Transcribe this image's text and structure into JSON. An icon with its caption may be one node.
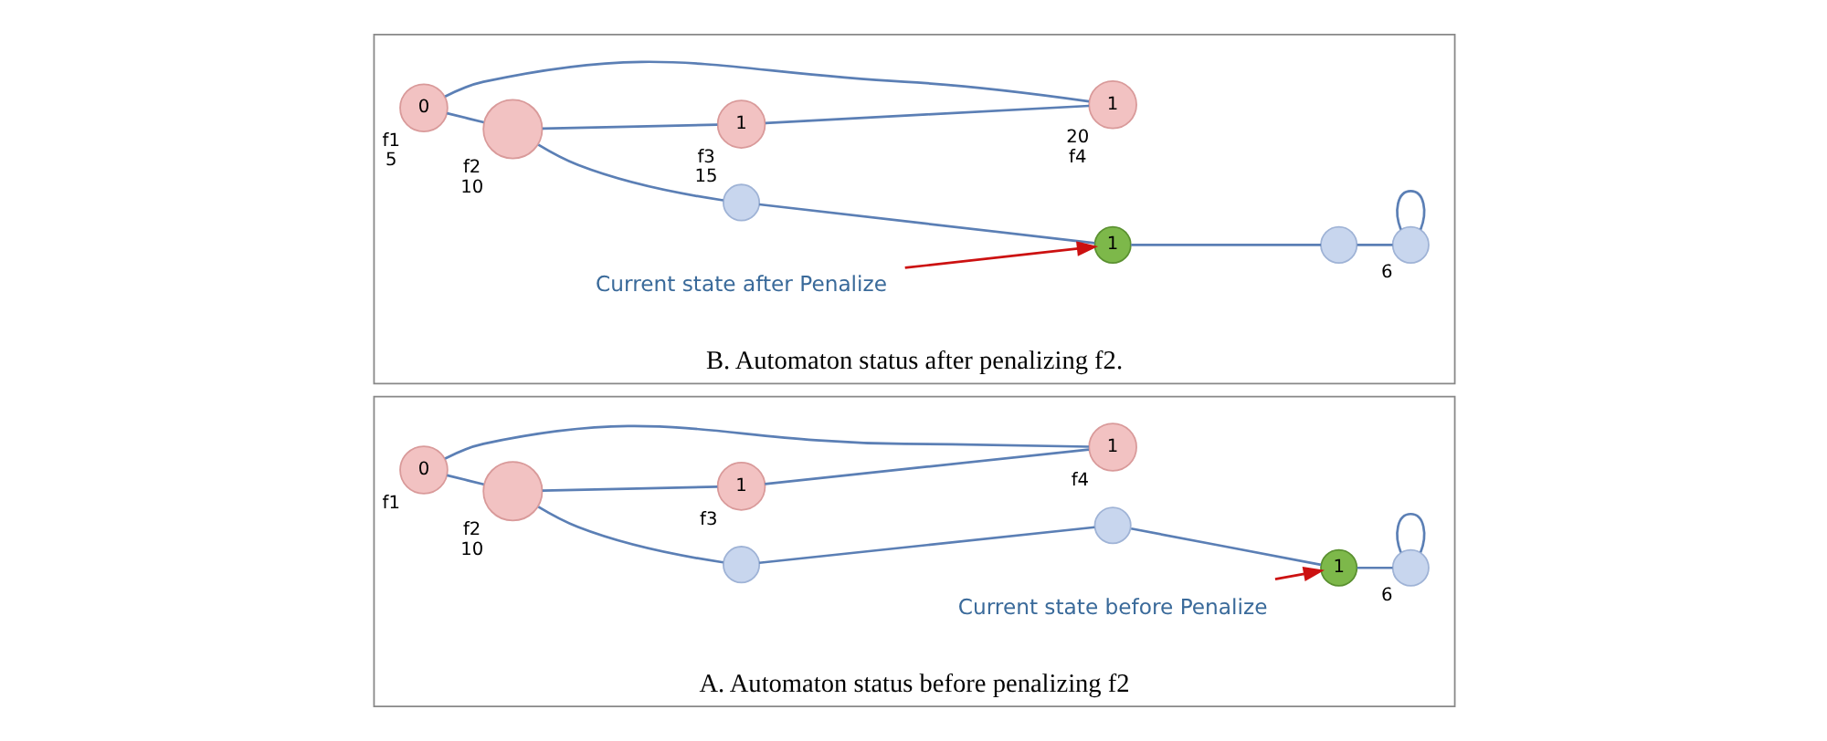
{
  "diagram": {
    "nodes": [
      {
        "text": [
          "A. Automaton status before penalizing f2"
        ]
      },
      {
        "text": [
          "0"
        ],
        "beside": [
          "f1"
        ],
        "in": 0
      },
      {
        "text": [],
        "shape": "circle",
        "beside": [
          "f2",
          "10"
        ],
        "in": 0
      },
      {
        "text": [
          "1"
        ],
        "beside": [
          "f3"
        ],
        "in": 0
      },
      {
        "text": [
          "1"
        ],
        "beside": [
          "f4"
        ],
        "in": 0
      },
      {
        "text": [],
        "shape": "circle",
        "in": 0
      },
      {
        "text": [],
        "shape": "circle",
        "in": 0
      },
      {
        "text": [
          "1"
        ],
        "in": 0
      },
      {
        "text": [],
        "shape": "circle",
        "beside": [
          "6"
        ],
        "in": 0
      },
      {
        "text": [
          "Current state before Penalize"
        ],
        "in": 0
      },
      {
        "text": [
          "B. Automaton status after penalizing f2."
        ]
      },
      {
        "text": [
          "0"
        ],
        "beside": [
          "f1",
          "5"
        ],
        "in": 10
      },
      {
        "text": [],
        "shape": "circle",
        "beside": [
          "f2",
          "10"
        ],
        "in": 10
      },
      {
        "text": [
          "1"
        ],
        "beside": [
          "f3",
          "15"
        ],
        "in": 10
      },
      {
        "text": [
          "1"
        ],
        "beside": [
          "20",
          "f4"
        ],
        "in": 10
      },
      {
        "text": [],
        "shape": "circle",
        "in": 10
      },
      {
        "text": [
          "1"
        ],
        "in": 10
      },
      {
        "text": [],
        "shape": "circle",
        "in": 10
      },
      {
        "text": [],
        "shape": "circle",
        "beside": [
          "6"
        ],
        "in": 10
      },
      {
        "text": [
          "Current state after Penalize"
        ],
        "in": 10
      }
    ],
    "edges": [
      {
        "from": 1,
        "to": 2,
        "arrow": "none"
      },
      {
        "from": 2,
        "to": 3,
        "arrow": "none"
      },
      {
        "from": 3,
        "to": 4,
        "arrow": "none"
      },
      {
        "from": 4,
        "to": 1,
        "arrow": "none"
      },
      {
        "from": 2,
        "to": 5,
        "arrow": "none"
      },
      {
        "from": 5,
        "to": 6,
        "arrow": "none"
      },
      {
        "from": 6,
        "to": 7,
        "arrow": "none"
      },
      {
        "from": 7,
        "to": 8,
        "arrow": "none"
      },
      {
        "from": 8,
        "to": 8,
        "arrow": "none"
      },
      {
        "from": 9,
        "to": 7,
        "arrow": "to",
        "color": "#cc1111"
      },
      {
        "from": 11,
        "to": 12,
        "arrow": "none"
      },
      {
        "from": 12,
        "to": 13,
        "arrow": "none"
      },
      {
        "from": 13,
        "to": 14,
        "arrow": "none"
      },
      {
        "from": 14,
        "to": 11,
        "arrow": "none"
      },
      {
        "from": 12,
        "to": 15,
        "arrow": "none"
      },
      {
        "from": 15,
        "to": 16,
        "arrow": "none"
      },
      {
        "from": 16,
        "to": 17,
        "arrow": "none"
      },
      {
        "from": 17,
        "to": 18,
        "arrow": "none"
      },
      {
        "from": 18,
        "to": 18,
        "arrow": "none"
      },
      {
        "from": 19,
        "to": 16,
        "arrow": "to",
        "color": "#cc1111"
      }
    ]
  }
}
